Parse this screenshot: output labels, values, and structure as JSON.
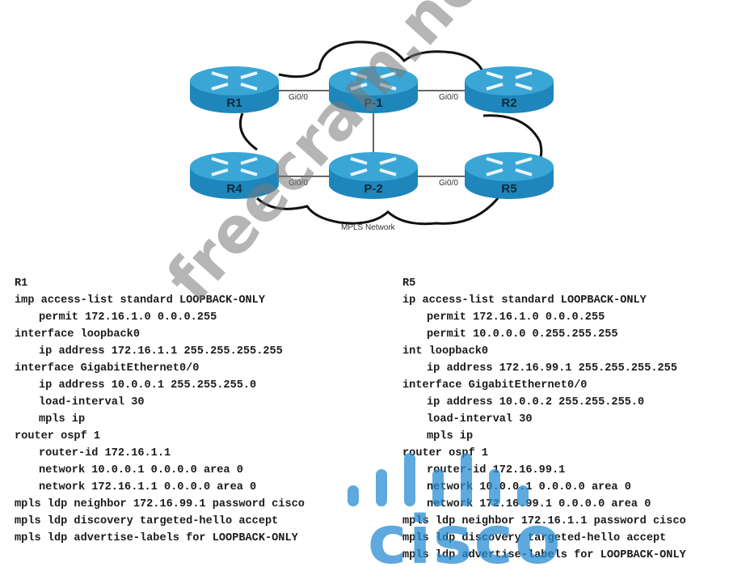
{
  "diagram": {
    "cloud_label": "MPLS Network",
    "routers": [
      {
        "id": "R1",
        "label": "R1"
      },
      {
        "id": "P-1",
        "label": "P-1"
      },
      {
        "id": "R2",
        "label": "R2"
      },
      {
        "id": "R4",
        "label": "R4"
      },
      {
        "id": "P-2",
        "label": "P-2"
      },
      {
        "id": "R5",
        "label": "R5"
      }
    ],
    "interface_labels": [
      "Gi0/0",
      "Gi0/0",
      "Gi0/0",
      "Gi0/0"
    ],
    "colors": {
      "router_top": "#3aa6d6",
      "router_side": "#1f86bb",
      "router_text": "#0d2a3a"
    }
  },
  "config_r1": {
    "title": "R1",
    "lines": [
      "imp access-list standard LOOPBACK-ONLY",
      "permit 172.16.1.0 0.0.0.255",
      "interface loopback0",
      "ip address 172.16.1.1 255.255.255.255",
      "interface GigabitEthernet0/0",
      "ip address 10.0.0.1 255.255.255.0",
      "load-interval 30",
      "mpls ip",
      "router ospf 1",
      "router-id 172.16.1.1",
      "network 10.0.0.1 0.0.0.0 area 0",
      "network 172.16.1.1 0.0.0.0 area 0",
      "mpls ldp neighbor 172.16.99.1 password cisco",
      "mpls ldp discovery targeted-hello accept",
      "mpls ldp advertise-labels for LOOPBACK-ONLY"
    ]
  },
  "config_r5": {
    "title": "R5",
    "lines": [
      "ip access-list standard LOOPBACK-ONLY",
      "permit 172.16.1.0 0.0.0.255",
      "permit 10.0.0.0 0.255.255.255",
      "int loopback0",
      "ip address 172.16.99.1 255.255.255.255",
      "interface GigabitEthernet0/0",
      "ip address 10.0.0.2 255.255.255.0",
      "load-interval 30",
      "mpls ip",
      "router ospf 1",
      "router-id 172.16.99.1",
      "network 10.0.0.1 0.0.0.0 area 0",
      "network 172.16.99.1 0.0.0.0 area 0",
      "mpls ldp neighbor 172.16.1.1 password cisco",
      "mpls ldp discovery targeted-hello accept",
      "mpls ldp advertise-labels for LOOPBACK-ONLY"
    ]
  },
  "watermarks": {
    "site": "freecram.net",
    "logo": "cisco"
  }
}
